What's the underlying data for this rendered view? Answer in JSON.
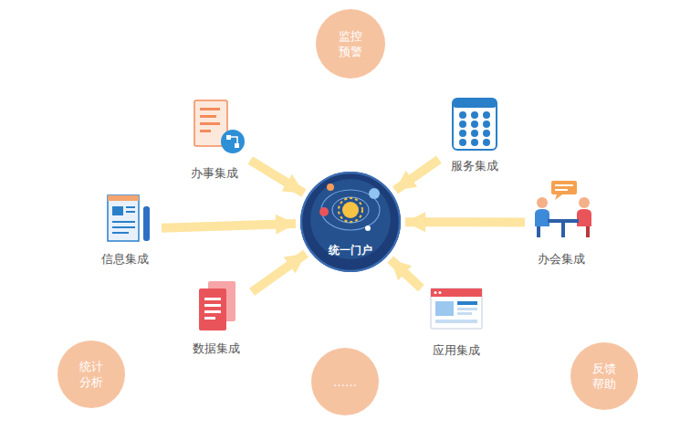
{
  "diagram": {
    "nodes": [
      {
        "text": [
          "监控 预警"
        ]
      },
      {
        "text": [
          "办事集成"
        ]
      },
      {
        "text": [
          "服务集成"
        ]
      },
      {
        "text": [
          "信息集成"
        ]
      },
      {
        "text": [
          "统一门户"
        ]
      },
      {
        "text": [
          "办会集成"
        ]
      },
      {
        "text": [
          "数据集成"
        ]
      },
      {
        "text": [
          "应用集成"
        ]
      },
      {
        "text": [
          "统计 分析"
        ]
      },
      {
        "text": [
          "……"
        ]
      },
      {
        "text": [
          "反馈 帮助"
        ]
      }
    ],
    "edges": [
      {
        "from": 1,
        "to": 4,
        "arrow": "to"
      },
      {
        "from": 2,
        "to": 4,
        "arrow": "to"
      },
      {
        "from": 3,
        "to": 4,
        "arrow": "to"
      },
      {
        "from": 5,
        "to": 4,
        "arrow": "to"
      },
      {
        "from": 6,
        "to": 4,
        "arrow": "to"
      },
      {
        "from": 7,
        "to": 4,
        "arrow": "to"
      }
    ]
  }
}
